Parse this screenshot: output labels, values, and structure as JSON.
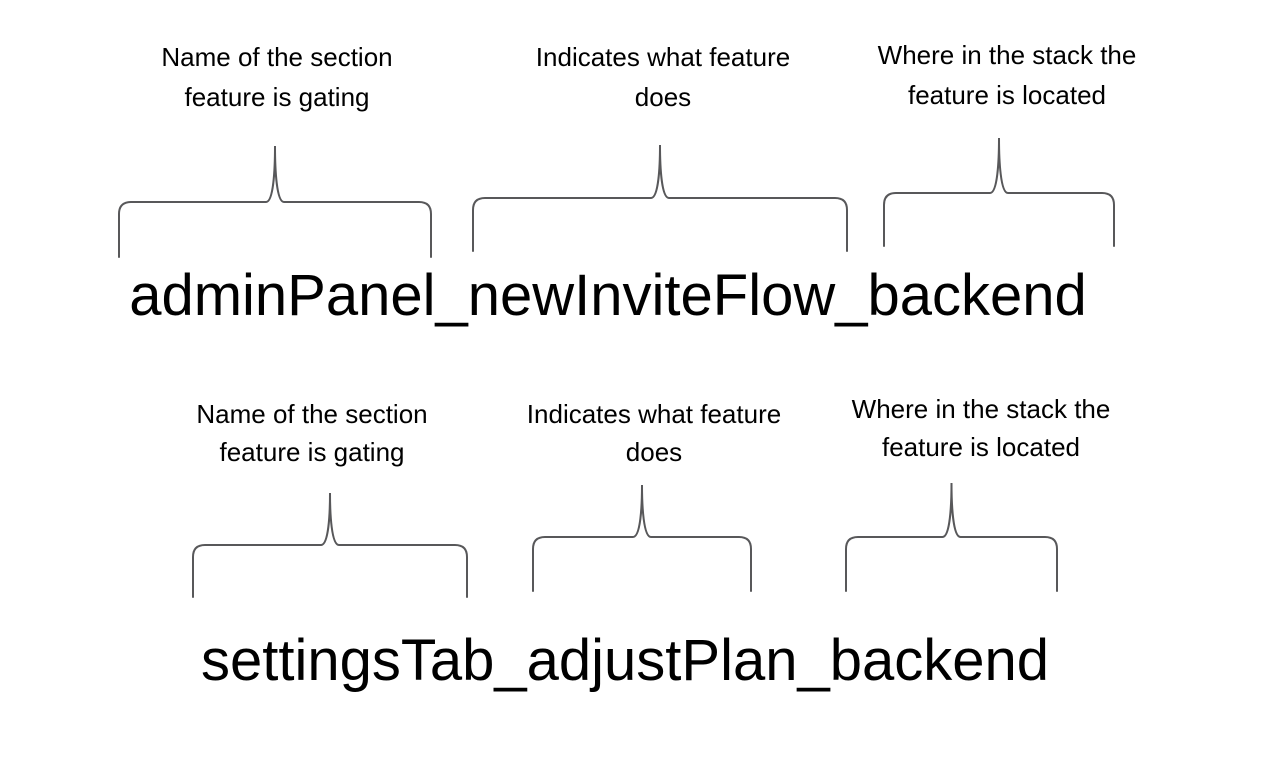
{
  "background": "#ffffff",
  "colors": {
    "brace": "#58585a",
    "text": "#000000"
  },
  "figures": [
    {
      "flag_name": "adminPanel_newInviteFlow_backend",
      "annotations": [
        {
          "line1": "Name of the section",
          "line2": "feature is gating"
        },
        {
          "line1": "Indicates what feature",
          "line2": "does"
        },
        {
          "line1": "Where in the stack the",
          "line2": "feature is located"
        }
      ]
    },
    {
      "flag_name": "settingsTab_adjustPlan_backend",
      "annotations": [
        {
          "line1": "Name of the section",
          "line2": "feature is gating"
        },
        {
          "line1": "Indicates what feature",
          "line2": "does"
        },
        {
          "line1": "Where in the stack the",
          "line2": "feature is located"
        }
      ]
    }
  ]
}
